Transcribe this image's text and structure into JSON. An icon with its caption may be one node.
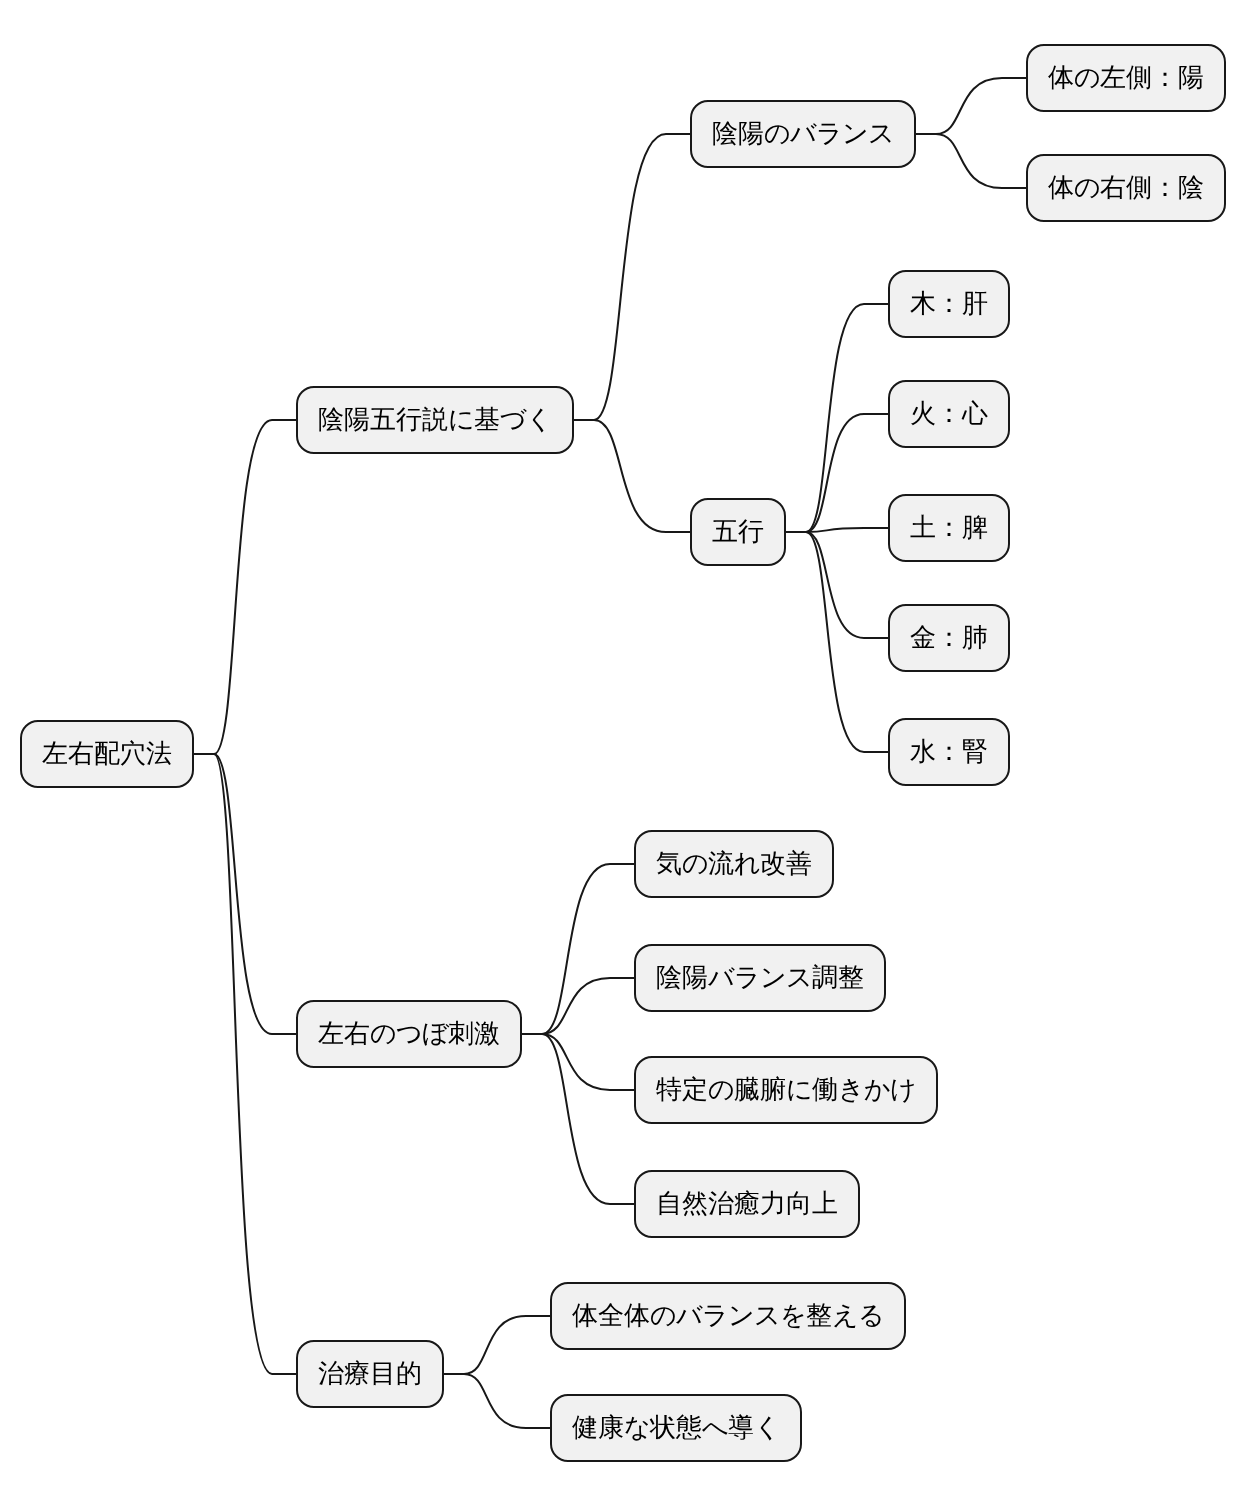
{
  "diagram": {
    "nodes": [
      {
        "text": [
          "左右配穴法"
        ]
      },
      {
        "text": [
          "陰陽五行説に基づく"
        ]
      },
      {
        "text": [
          "陰陽のバランス"
        ]
      },
      {
        "text": [
          "体の左側：陽"
        ]
      },
      {
        "text": [
          "体の右側：陰"
        ]
      },
      {
        "text": [
          "五行"
        ]
      },
      {
        "text": [
          "木：肝"
        ]
      },
      {
        "text": [
          "火：心"
        ]
      },
      {
        "text": [
          "土：脾"
        ]
      },
      {
        "text": [
          "金：肺"
        ]
      },
      {
        "text": [
          "水：腎"
        ]
      },
      {
        "text": [
          "左右のつぼ刺激"
        ]
      },
      {
        "text": [
          "気の流れ改善"
        ]
      },
      {
        "text": [
          "陰陽バランス調整"
        ]
      },
      {
        "text": [
          "特定の臓腑に働きかけ"
        ]
      },
      {
        "text": [
          "自然治癒力向上"
        ]
      },
      {
        "text": [
          "治療目的"
        ]
      },
      {
        "text": [
          "体全体のバランスを整える"
        ]
      },
      {
        "text": [
          "健康な状態へ導く"
        ]
      }
    ],
    "edges": [
      {
        "from": 0,
        "to": 1,
        "arrow": "none"
      },
      {
        "from": 1,
        "to": 2,
        "arrow": "none"
      },
      {
        "from": 2,
        "to": 3,
        "arrow": "none"
      },
      {
        "from": 2,
        "to": 4,
        "arrow": "none"
      },
      {
        "from": 1,
        "to": 5,
        "arrow": "none"
      },
      {
        "from": 5,
        "to": 6,
        "arrow": "none"
      },
      {
        "from": 5,
        "to": 7,
        "arrow": "none"
      },
      {
        "from": 5,
        "to": 8,
        "arrow": "none"
      },
      {
        "from": 5,
        "to": 9,
        "arrow": "none"
      },
      {
        "from": 5,
        "to": 10,
        "arrow": "none"
      },
      {
        "from": 0,
        "to": 11,
        "arrow": "none"
      },
      {
        "from": 11,
        "to": 12,
        "arrow": "none"
      },
      {
        "from": 11,
        "to": 13,
        "arrow": "none"
      },
      {
        "from": 11,
        "to": 14,
        "arrow": "none"
      },
      {
        "from": 11,
        "to": 15,
        "arrow": "none"
      },
      {
        "from": 0,
        "to": 16,
        "arrow": "none"
      },
      {
        "from": 16,
        "to": 17,
        "arrow": "none"
      },
      {
        "from": 16,
        "to": 18,
        "arrow": "none"
      }
    ]
  }
}
